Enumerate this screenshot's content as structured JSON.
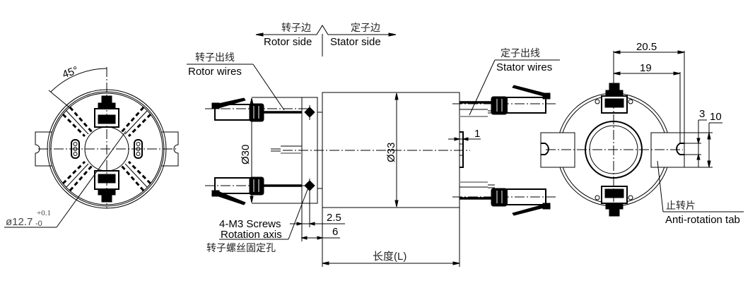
{
  "drawing": {
    "type": "slip ring dimension drawing",
    "side_labels": {
      "rotor_cn": "转子边",
      "rotor_en": "Rotor side",
      "stator_cn": "定子边",
      "stator_en": "Stator side"
    },
    "left_view": {
      "angle_label": "45°",
      "bore_dim": "ø12.7",
      "bore_tol_upper": "+0.1",
      "bore_tol_lower": "-0"
    },
    "side_view": {
      "rotor_wires_cn": "转子出线",
      "rotor_wires_en": "Rotor wires",
      "stator_wires_cn": "定子出线",
      "stator_wires_en": "Stator wires",
      "rotor_diameter": "Ø30",
      "body_diameter": "Ø33",
      "flange_gap": "1",
      "screw_offset": "2.5",
      "rotor_length": "6",
      "screws_en": "4-M3 Screws",
      "rotation_axis_en": "Rotation axis",
      "screws_cn": "转子螺丝固定孔",
      "length_label": "长度(L)"
    },
    "right_view": {
      "dim_outer": "20.5",
      "dim_inner": "19",
      "slot_width": "3",
      "tab_width": "10",
      "tab_cn": "止转片",
      "tab_en": "Anti-rotation tab"
    }
  }
}
